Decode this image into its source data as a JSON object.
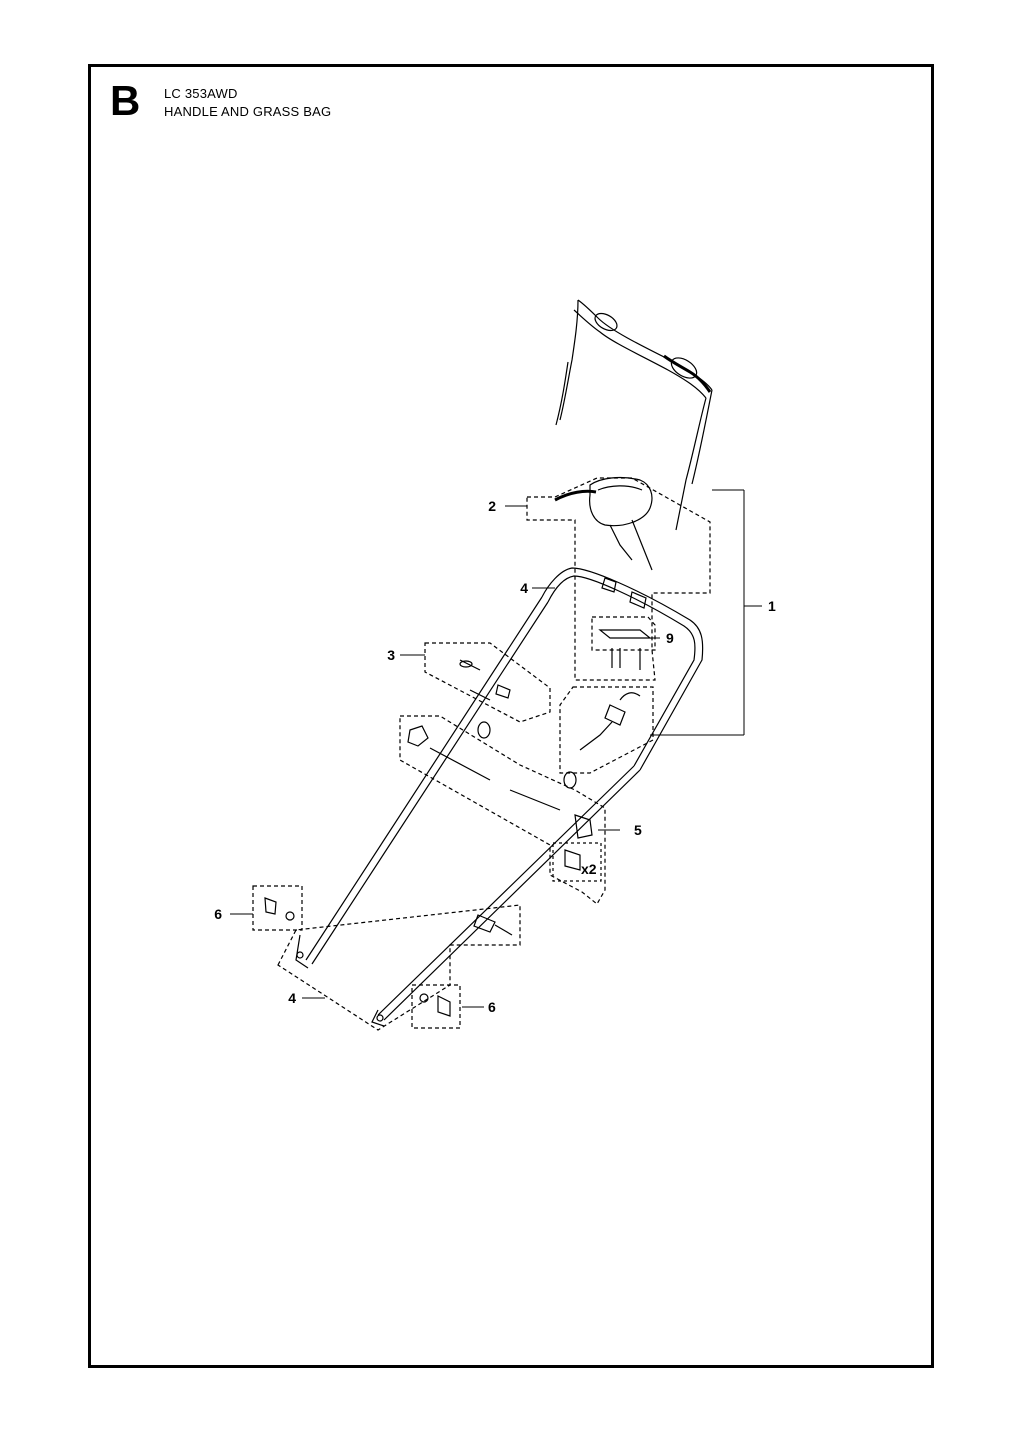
{
  "header": {
    "section_letter": "B",
    "model": "LC 353AWD",
    "title": "HANDLE AND GRASS BAG"
  },
  "callouts": [
    {
      "id": "c1",
      "label": "1"
    },
    {
      "id": "c2",
      "label": "2"
    },
    {
      "id": "c3",
      "label": "3"
    },
    {
      "id": "c4a",
      "label": "4"
    },
    {
      "id": "c4b",
      "label": "4"
    },
    {
      "id": "c5",
      "label": "5"
    },
    {
      "id": "c6a",
      "label": "6"
    },
    {
      "id": "c6b",
      "label": "6"
    },
    {
      "id": "c9",
      "label": "9"
    }
  ],
  "quantity_note": "x2"
}
